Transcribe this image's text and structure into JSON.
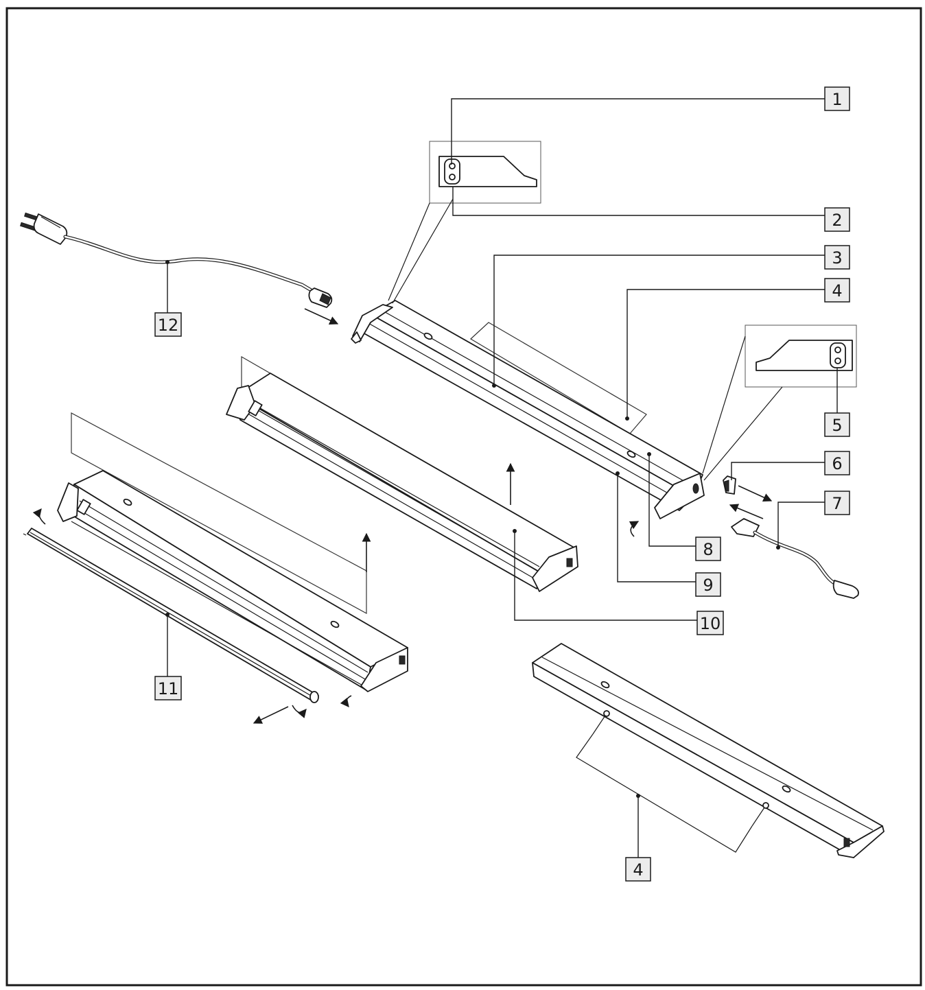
{
  "callouts": [
    {
      "id": "c1",
      "label": "1"
    },
    {
      "id": "c2",
      "label": "2"
    },
    {
      "id": "c3",
      "label": "3"
    },
    {
      "id": "c4a",
      "label": "4"
    },
    {
      "id": "c5",
      "label": "5"
    },
    {
      "id": "c6",
      "label": "6"
    },
    {
      "id": "c7",
      "label": "7"
    },
    {
      "id": "c8",
      "label": "8"
    },
    {
      "id": "c9",
      "label": "9"
    },
    {
      "id": "c10",
      "label": "10"
    },
    {
      "id": "c11",
      "label": "11"
    },
    {
      "id": "c12",
      "label": "12"
    },
    {
      "id": "c4b",
      "label": "4"
    }
  ],
  "icons": [
    "power-plug-icon",
    "power-socket-icon",
    "rotate-arrow-icon",
    "direction-arrow-icon"
  ]
}
